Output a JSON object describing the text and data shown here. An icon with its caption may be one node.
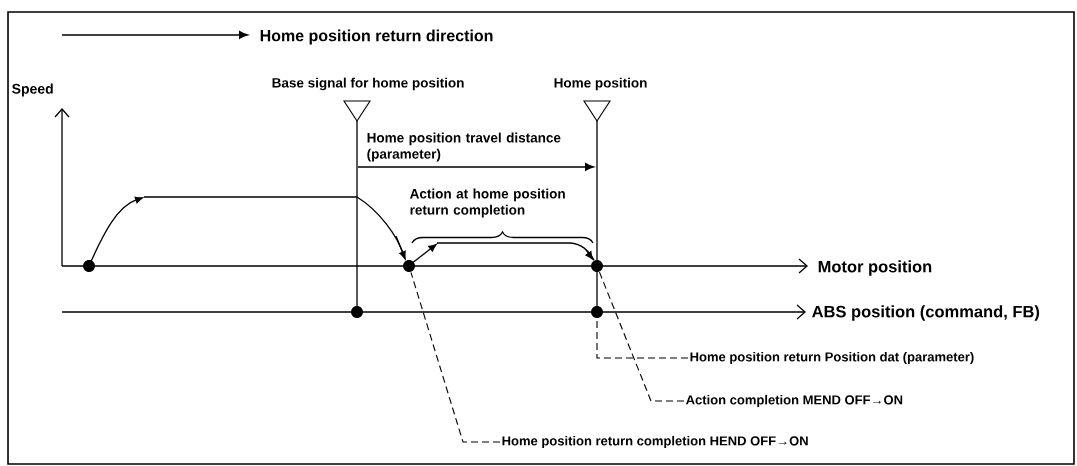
{
  "diagram": {
    "nodes": [
      {
        "text": [
          "Home position return Position dat (parameter)"
        ]
      },
      {
        "text": [
          "Action completion MEND OFF→ON"
        ]
      },
      {
        "text": [
          "Home position return completion HEND OFF→ON"
        ]
      },
      {
        "text": [],
        "shape": "circle"
      },
      {
        "text": [],
        "shape": "circle"
      },
      {
        "text": [],
        "shape": "circle"
      },
      {
        "text": [],
        "shape": "circle"
      },
      {
        "text": [],
        "shape": "circle"
      }
    ],
    "edges": [
      {
        "from": 0,
        "to": 7,
        "arrow": "none",
        "style": "dashed"
      },
      {
        "from": 1,
        "to": 6,
        "arrow": "none",
        "style": "dashed"
      },
      {
        "from": 2,
        "to": 5,
        "arrow": "none",
        "style": "dashed"
      }
    ],
    "labels": [
      "Home position return direction",
      "Speed",
      "Base signal for home position",
      "Home position",
      "Home position travel distance (parameter)",
      "Action at home position return completion",
      "Motor position",
      "ABS position (command, FB)"
    ]
  }
}
